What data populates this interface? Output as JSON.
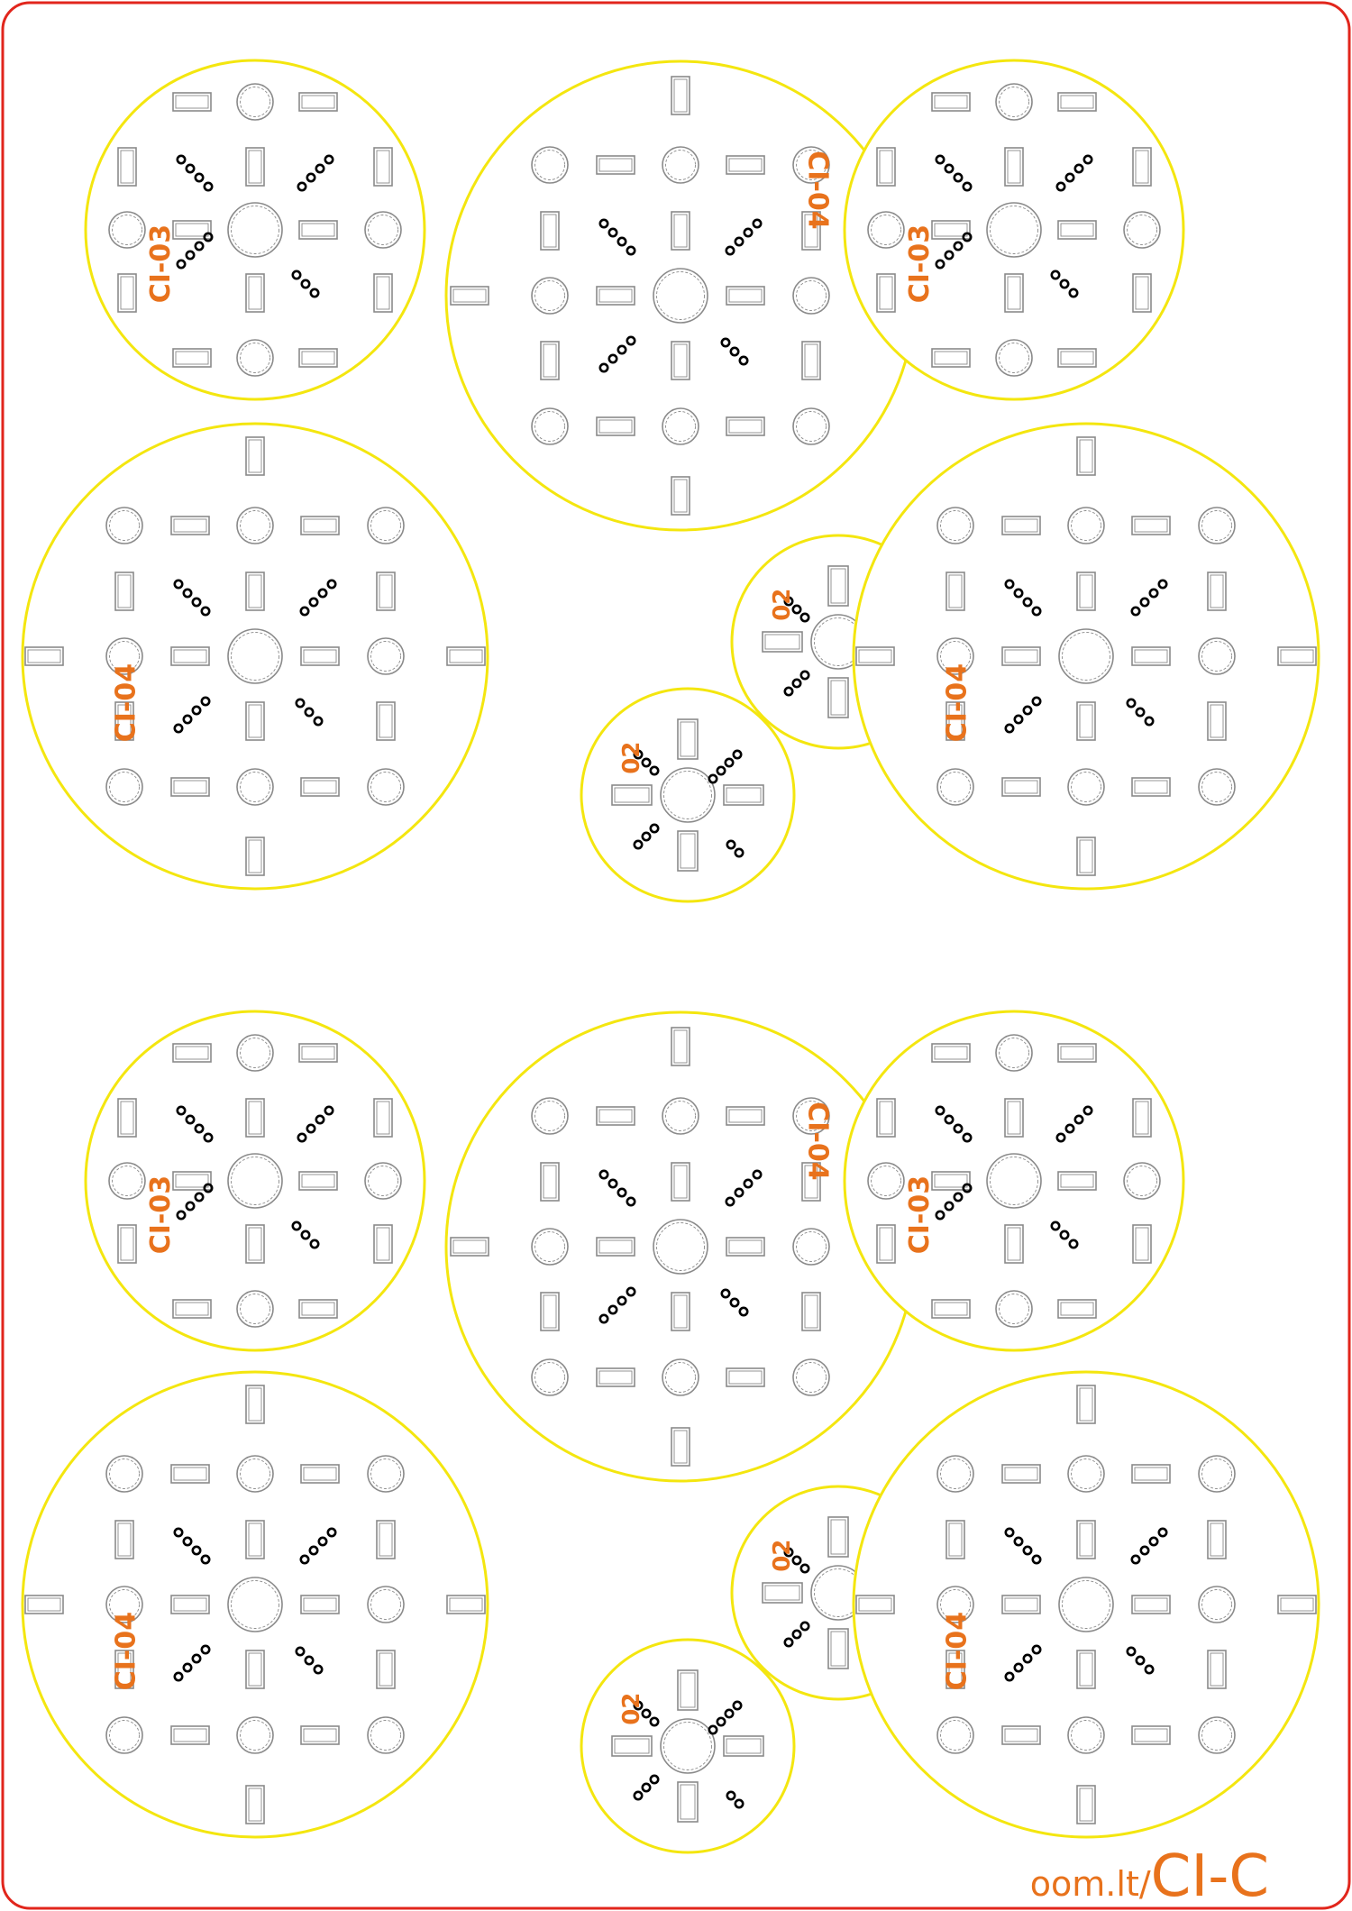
{
  "sheet": {
    "border_color": "#e1261c",
    "outline_color": "#f4e60f",
    "label_color": "#e8721c",
    "cut_color": "#8a8a8a",
    "dot_color": "#000000",
    "brand_prefix": "oom.lt/",
    "brand_code": "CI-C"
  },
  "parts": [
    {
      "kind": "disc-03",
      "label": "CI-03",
      "label_flipped": false
    },
    {
      "kind": "disc-04",
      "label": "CI-04",
      "label_flipped": true
    },
    {
      "kind": "disc-03",
      "label": "CI-03",
      "label_flipped": false
    },
    {
      "kind": "disc-04",
      "label": "CI-04",
      "label_flipped": false
    },
    {
      "kind": "disc-02",
      "label": "02",
      "label_flipped": false
    },
    {
      "kind": "disc-04",
      "label": "CI-04",
      "label_flipped": false
    },
    {
      "kind": "disc-02",
      "label": "02",
      "label_flipped": false
    },
    {
      "kind": "disc-03",
      "label": "CI-03",
      "label_flipped": false
    },
    {
      "kind": "disc-04",
      "label": "CI-04",
      "label_flipped": true
    },
    {
      "kind": "disc-03",
      "label": "CI-03",
      "label_flipped": false
    },
    {
      "kind": "disc-04",
      "label": "CI-04",
      "label_flipped": false
    },
    {
      "kind": "disc-02",
      "label": "02",
      "label_flipped": false
    },
    {
      "kind": "disc-04",
      "label": "CI-04",
      "label_flipped": false
    },
    {
      "kind": "disc-02",
      "label": "02",
      "label_flipped": false
    }
  ]
}
